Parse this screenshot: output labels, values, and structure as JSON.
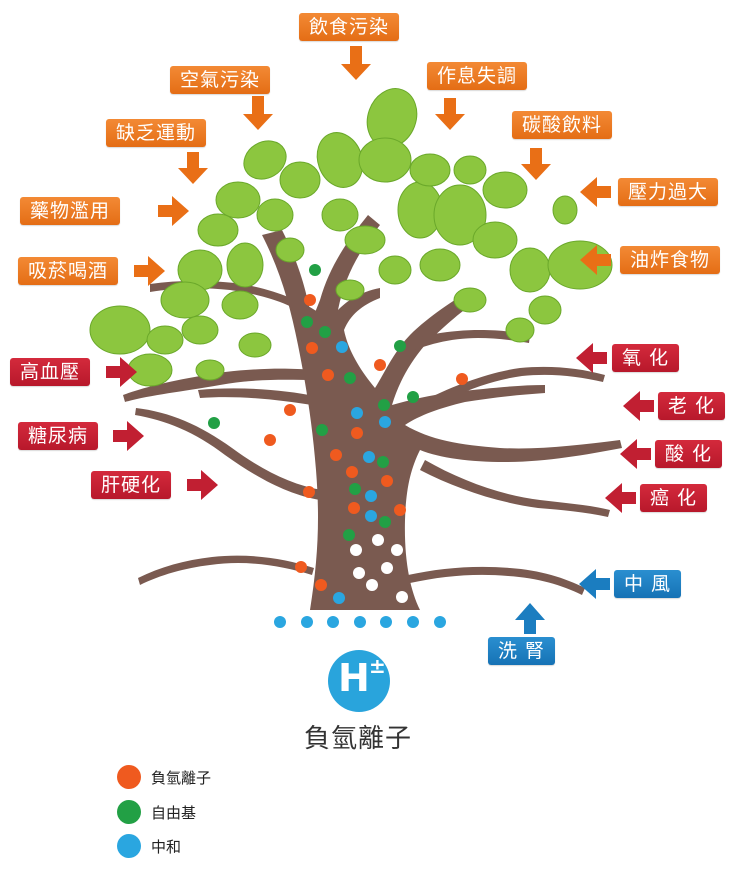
{
  "causes": [
    "飲食污染",
    "空氣污染",
    "作息失調",
    "缺乏運動",
    "碳酸飲料",
    "壓力過大",
    "藥物濫用",
    "油炸食物",
    "吸菸喝酒"
  ],
  "diseases": [
    "高血壓",
    "氧 化",
    "老 化",
    "糖尿病",
    "酸 化",
    "肝硬化",
    "癌 化"
  ],
  "remedies": [
    "中 風",
    "洗 腎"
  ],
  "center": {
    "symbol": "H",
    "sign": "±",
    "title": "負氫離子"
  },
  "legend": [
    {
      "label": "負氫離子",
      "color": "#ef5a1f"
    },
    {
      "label": "自由基",
      "color": "#22a045"
    },
    {
      "label": "中和",
      "color": "#2aa6e0"
    }
  ],
  "colors": {
    "orange": "#e96f16",
    "red": "#c11f32",
    "blue": "#1b7dc0",
    "trunk": "#7a5a50",
    "leaf": "#8cc63f"
  }
}
